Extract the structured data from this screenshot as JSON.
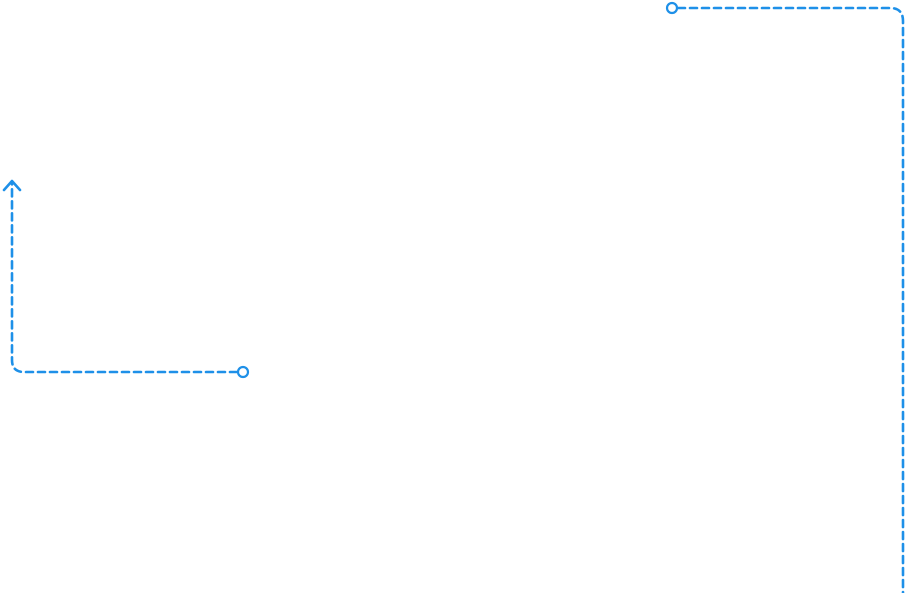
{
  "canvas": {
    "background": "#ffffff"
  },
  "connectors": [
    {
      "id": "connector-left",
      "color": "#1e90e8",
      "style": "dashed",
      "start_marker": "circle",
      "end_marker": "open-arrow"
    },
    {
      "id": "connector-right",
      "color": "#1e90e8",
      "style": "dashed",
      "start_marker": "circle",
      "end_marker": "none"
    }
  ]
}
